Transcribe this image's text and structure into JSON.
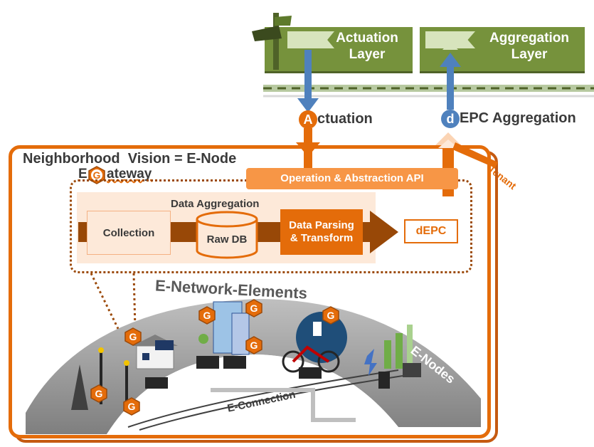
{
  "layers": {
    "actuation": "Actuation Layer",
    "aggregation": "Aggregation Layer"
  },
  "labels": {
    "actuation_badge": "A",
    "actuation_rest": "ctuation",
    "depc_badge": "d",
    "depc_rest": "EPC Aggregation",
    "multi_tenant": "Multi-Tenant",
    "enode_title": "Neighborhood  Vision = E-Node",
    "gateway_prefix": "E",
    "gateway_g": "G",
    "gateway_rest": "ateway",
    "api": "Operation & Abstraction API",
    "data_aggregation": "Data Aggregation",
    "collection": "Collection",
    "raw_db": "Raw DB",
    "parsing": "Data Parsing & Transform",
    "depc_box": "dEPC",
    "network_elements": "E-Network-Elements",
    "enodes_left": "E-Nodes",
    "enodes_right": "E-Nodes",
    "econnection": "E-Connection",
    "hex_letter": "G"
  },
  "colors": {
    "green": "#76923c",
    "orange": "#e46c0a",
    "blue": "#4f81bd",
    "peach": "#fde9d9",
    "dark_orange": "#c55a11"
  }
}
